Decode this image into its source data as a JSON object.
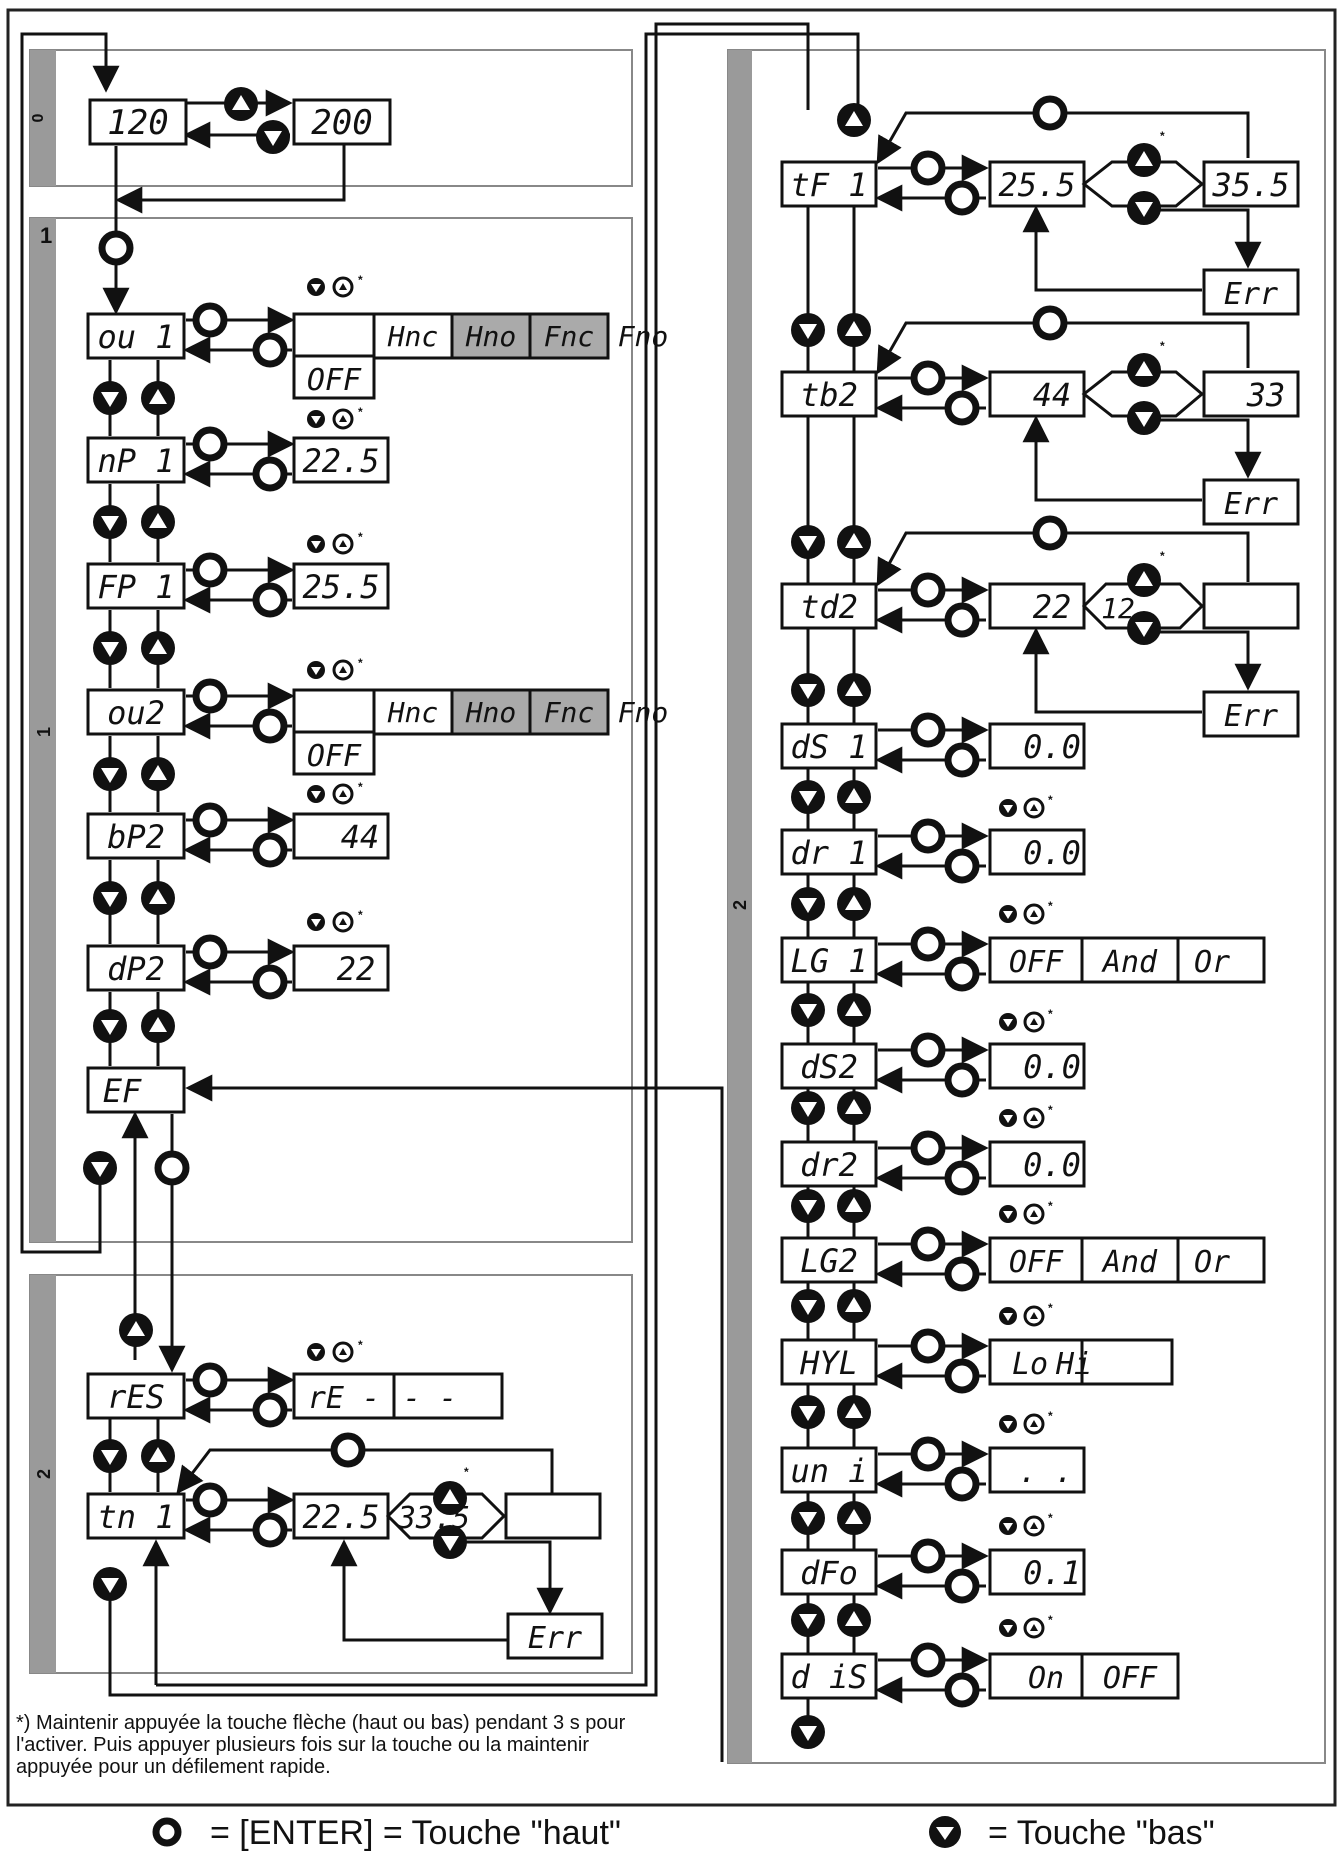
{
  "sections": {
    "s0": "0",
    "s1_top": "1",
    "s1_side": "1",
    "s2_left": "2",
    "s2_right": "2"
  },
  "left_menu": {
    "r0_a": "120",
    "r0_b": "200",
    "ou1": "ou 1",
    "ou1_off": "OFF",
    "ou1_opts": [
      "Hnc",
      "Hno",
      "Fnc",
      "Fno"
    ],
    "nP1": "nP 1",
    "nP1_val": "22.5",
    "FP1": "FP 1",
    "FP1_val": "25.5",
    "ou2": "ou2",
    "ou2_off": "OFF",
    "ou2_opts": [
      "Hnc",
      "Hno",
      "Fnc",
      "Fno"
    ],
    "bP2": "bP2",
    "bP2_val": "44",
    "dP2": "dP2",
    "dP2_val": "22",
    "EF": "EF",
    "rES": "rES",
    "rES_val1": "rE -",
    "rES_val2": "- -",
    "tn1": "tn 1",
    "tn1_val1": "22.5",
    "tn1_val2": "33.5",
    "tn1_err": "Err"
  },
  "right_menu": {
    "tF1": "tF 1",
    "tF1_val1": "25.5",
    "tF1_val2": "35.5",
    "tF1_err": "Err",
    "tb2": "tb2",
    "tb2_val1": "44",
    "tb2_val2": "33",
    "tb2_err": "Err",
    "td2": "td2",
    "td2_val1": "22",
    "td2_val2": "12",
    "td2_err": "Err",
    "dS1": "dS 1",
    "dS1_val": "0.0",
    "dr1": "dr 1",
    "dr1_val": "0.0",
    "LG1": "LG 1",
    "LG1_vals": [
      "OFF",
      "And",
      "Or"
    ],
    "dS2": "dS2",
    "dS2_val": "0.0",
    "dr2": "dr2",
    "dr2_val": "0.0",
    "LG2": "LG2",
    "LG2_vals": [
      "OFF",
      "And",
      "Or"
    ],
    "HYL": "HYL",
    "HYL_vals": [
      "Lo",
      "Hi"
    ],
    "uni": "un i",
    "uni_val": ". .",
    "dFo": "dFo",
    "dFo_val": "0.1",
    "diS": "d iS",
    "diS_vals": [
      "On",
      "OFF"
    ]
  },
  "star": "*",
  "footnote": "*) Maintenir appuyée la touche flèche (haut ou bas) pendant 3 s pour l'activer. Puis appuyer plusieurs fois sur la touche ou la maintenir appuyée pour un défilement rapide.",
  "legend": {
    "enter": "= [ENTER] = Touche \"haut\"",
    "down": "= Touche \"bas\""
  }
}
